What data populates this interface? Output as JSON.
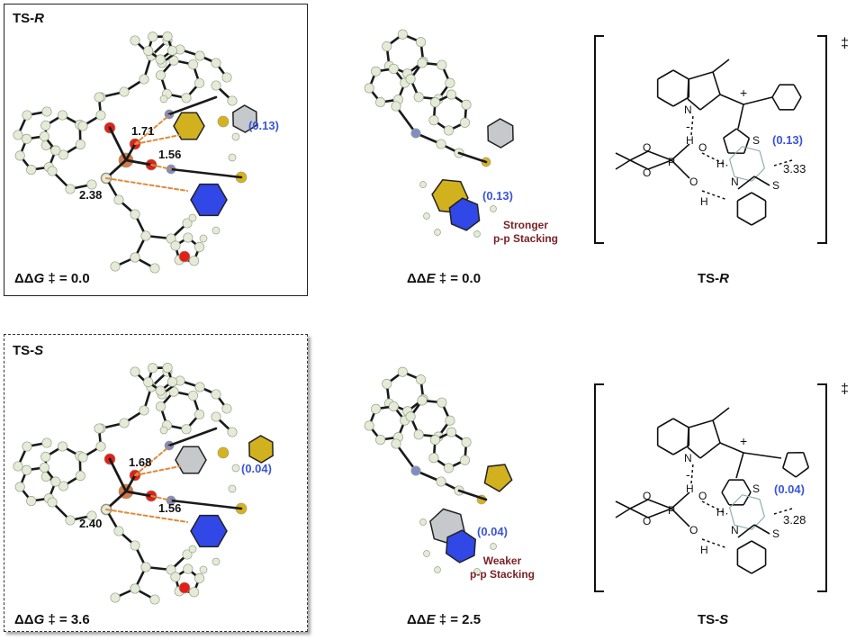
{
  "top_row": {
    "panel_label_prefix": "TS-",
    "panel_label_italic": "R",
    "distances": [
      "1.71",
      "1.56",
      "2.38"
    ],
    "overlap_left": "(0.13)",
    "overlap_middle": "(0.13)",
    "overlap_right": "(0.13)",
    "stacking_line1": "Stronger",
    "stacking_line2": "p-p Stacking",
    "ddG_prefix": "ΔΔ",
    "ddG_symbol": "G",
    "ddG_value": "‡ = 0.0",
    "ddE_prefix": "ΔΔ",
    "ddE_symbol": "E",
    "ddE_value": "‡ = 0.0",
    "right_distance": "3.33",
    "right_label_prefix": "TS-",
    "right_label_italic": "R"
  },
  "bottom_row": {
    "panel_label_prefix": "TS-",
    "panel_label_italic": "S",
    "distances": [
      "1.68",
      "1.56",
      "2.40"
    ],
    "overlap_left": "(0.04)",
    "overlap_middle": "(0.04)",
    "overlap_right": "(0.04)",
    "stacking_line1": "Weaker",
    "stacking_line2": "p-p Stacking",
    "ddG_prefix": "ΔΔ",
    "ddG_symbol": "G",
    "ddG_value": "‡ = 3.6",
    "ddE_prefix": "ΔΔ",
    "ddE_symbol": "E",
    "ddE_value": "‡ = 2.5",
    "right_distance": "3.28",
    "right_label_prefix": "TS-",
    "right_label_italic": "S"
  },
  "chem_labels": {
    "N": "N",
    "H": "H",
    "O": "O",
    "P": "P",
    "S": "S",
    "plus": "+",
    "minus": "-",
    "dagger": "‡"
  },
  "colors": {
    "atom_carbon": "#e4ecd7",
    "atom_oxygen": "#e32018",
    "atom_phosphorus": "#d77a4c",
    "atom_nitrogen": "#7f8cc9",
    "atom_sulfur": "#d7b21c",
    "ring_yellow": "#d2b11f",
    "ring_blue": "#3147e6",
    "ring_gray": "#c6c9cb",
    "hbond": "#e08a3a",
    "overlap_blue": "#3a55d8",
    "stacking_maroon": "#7a2326"
  }
}
